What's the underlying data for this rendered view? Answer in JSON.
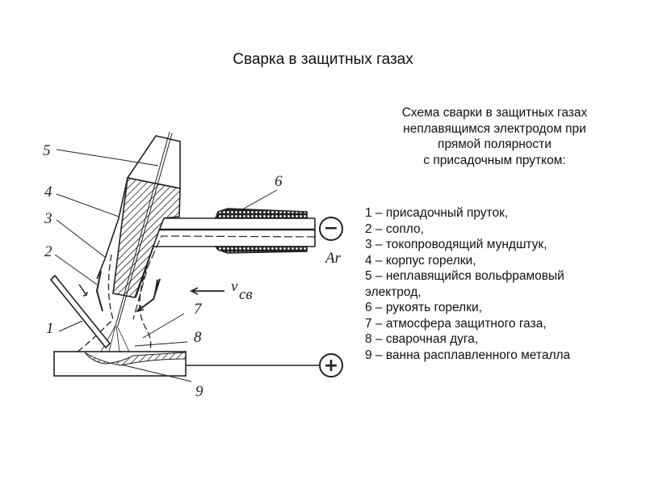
{
  "title": "Сварка в защитных газах",
  "caption": [
    "Схема сварки в защитных газах",
    "неплавящимся электродом при",
    "прямой полярности",
    "с присадочным прутком:"
  ],
  "legend": [
    "1 – присадочный пруток,",
    "2 – сопло,",
    "3 – токопроводящий мундштук,",
    "4 – корпус горелки,",
    "5 – неплавящийся вольфрамовый",
    "электрод,",
    "6 – рукоять горелки,",
    "7 – атмосфера защитного газа,",
    "8 – сварочная дуга,",
    "9 – ванна расплавленного металла"
  ],
  "diagram": {
    "labels": [
      "1",
      "2",
      "3",
      "4",
      "5",
      "6",
      "7",
      "8",
      "9"
    ],
    "gas": "Ar",
    "speed": "v",
    "speed_sub": "св",
    "minus": "−",
    "plus": "+"
  }
}
